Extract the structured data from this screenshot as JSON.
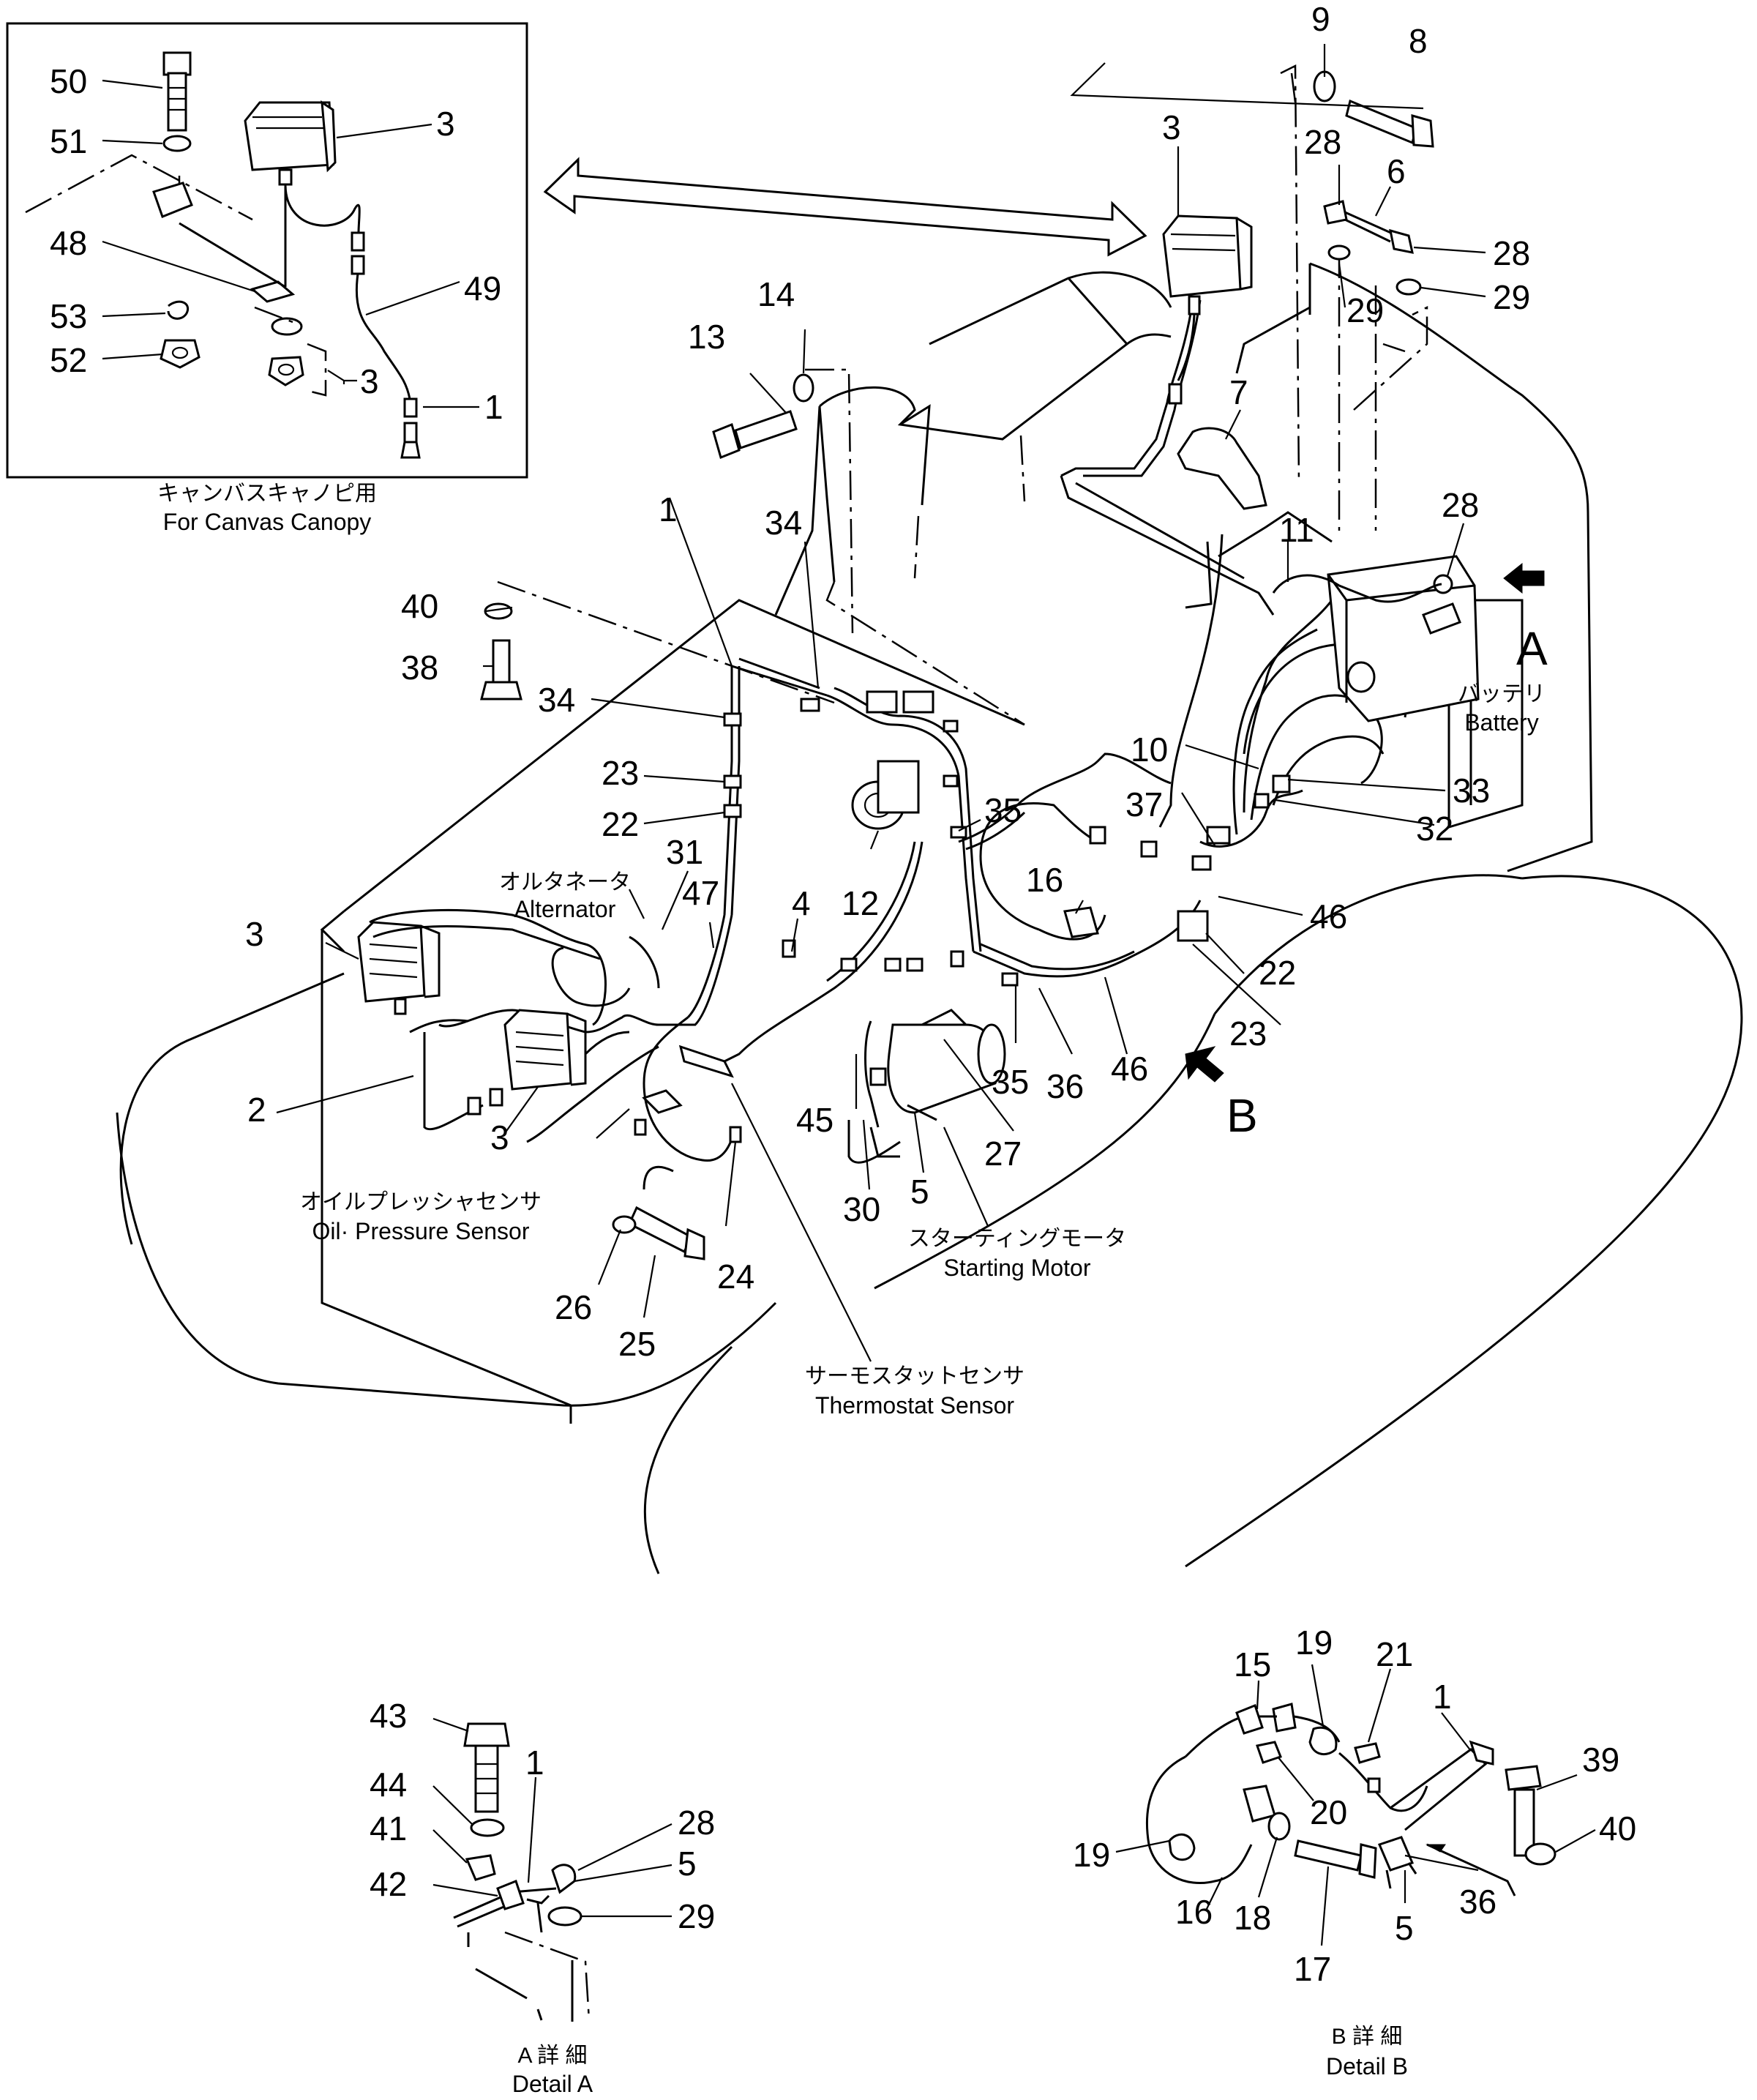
{
  "insets": {
    "canvas_canopy": {
      "caption_jp": "キャンバスキャノピ用",
      "caption_en": "For Canvas Canopy"
    },
    "detail_a": {
      "caption_jp": "A 詳 細",
      "caption_en": "Detail A"
    },
    "detail_b": {
      "caption_jp": "B 詳 細",
      "caption_en": "Detail B"
    }
  },
  "view_markers": {
    "a": "A",
    "b": "B"
  },
  "component_labels": {
    "battery_jp": "バッテリ",
    "battery_en": "Battery",
    "alternator_jp": "オルタネータ",
    "alternator_en": "Alternator",
    "oil_sensor_jp": "オイルプレッシャセンサ",
    "oil_sensor_en": "Oil· Pressure Sensor",
    "starting_motor_jp": "スターティングモータ",
    "starting_motor_en": "Starting Motor",
    "thermostat_jp": "サーモスタットセンサ",
    "thermostat_en": "Thermostat Sensor"
  },
  "callouts": {
    "c50": "50",
    "c51": "51",
    "c48": "48",
    "c53": "53",
    "c52": "52",
    "c3_inset_lamp": "3",
    "c49": "49",
    "c3_inset_nut": "3",
    "c1_inset": "1",
    "c9": "9",
    "c8": "8",
    "c3_top": "3",
    "c28_top": "28",
    "c6": "6",
    "c28_right": "28",
    "c29_a": "29",
    "c29_b": "29",
    "c14": "14",
    "c13": "13",
    "c7": "7",
    "c11": "11",
    "c28_battery": "28",
    "c40_top": "40",
    "c38": "38",
    "c34_left": "34",
    "c1_main": "1",
    "c34_top": "34",
    "c23_left": "23",
    "c22_left": "22",
    "c31": "31",
    "c47": "47",
    "c4": "4",
    "c12": "12",
    "c35_upper": "35",
    "c10": "10",
    "c37": "37",
    "c33": "33",
    "c32": "32",
    "c16_main": "16",
    "c46_upper": "46",
    "c22_right": "22",
    "c23_right": "23",
    "c3_left": "3",
    "c2": "2",
    "c3_lower": "3",
    "c45": "45",
    "c35_lower": "35",
    "c36_main": "36",
    "c46_lower": "46",
    "c27": "27",
    "c30": "30",
    "c5_main": "5",
    "c26": "26",
    "c24": "24",
    "c25": "25",
    "c43": "43",
    "c44": "44",
    "c41": "41",
    "c42": "42",
    "c1_detail_a": "1",
    "c28_detail_a": "28",
    "c5_detail_a": "5",
    "c29_detail_a": "29",
    "c15": "15",
    "c19_top": "19",
    "c21": "21",
    "c1_detail_b": "1",
    "c39": "39",
    "c20": "20",
    "c40_detail_b": "40",
    "c19_left": "19",
    "c16_detail_b": "16",
    "c18": "18",
    "c17": "17",
    "c5_detail_b": "5",
    "c36_detail_b": "36"
  },
  "colors": {
    "ink": "#000000",
    "paper": "#ffffff"
  },
  "icons": {
    "view_arrow": "solid-arrow",
    "double_arrow": "double-headed-arrow"
  }
}
